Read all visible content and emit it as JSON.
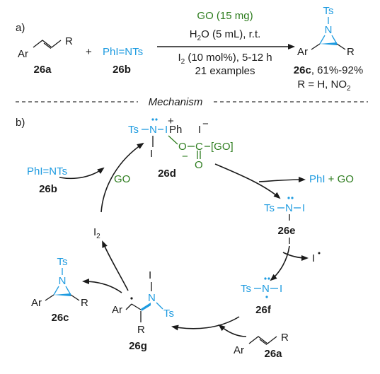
{
  "colors": {
    "blue": "#1e9be0",
    "green": "#2e7d1f",
    "black": "#1a1a1a"
  },
  "partA": {
    "label": "a)",
    "ar": "Ar",
    "r": "R",
    "plus": "+",
    "nitrene": "PhI=NTs",
    "cmpd_26a": "26a",
    "cmpd_26b": "26b",
    "cond_go": "GO (15 mg)",
    "cond_h2o_pre": "H",
    "cond_h2o_sub": "2",
    "cond_h2o_post": "O (5 mL), r.t.",
    "cond_i2_pre": "I",
    "cond_i2_sub": "2",
    "cond_i2_post": " (10 mol%), 5-12 h",
    "cond_examples": "21 examples",
    "prod_ts": "Ts",
    "prod_n": "N",
    "prod_ar": "Ar",
    "prod_r": "R",
    "cmpd_26c": "26c",
    "yield": ", 61%-92%",
    "r_def_pre": "R = H, NO",
    "r_def_sub": "2"
  },
  "mechanism": {
    "title": "Mechanism"
  },
  "partB": {
    "label": "b)",
    "d_ts": "Ts",
    "d_n": "N",
    "d_i": "I",
    "d_ph": "Ph",
    "d_plus": "+",
    "d_iminus": "I",
    "d_minus": "−",
    "d_o": "O",
    "d_c": "C",
    "d_go": "[GO]",
    "d_o2": "O",
    "d_ominus": "−",
    "d_ilow": "I",
    "cmpd_26d": "26d",
    "out_phi": "PhI",
    "out_plus_go": " + GO",
    "e_ts": "Ts",
    "e_n": "N",
    "e_i": "I",
    "e_ilow": "I",
    "cmpd_26e": "26e",
    "out_iradical": "I",
    "f_ts": "Ts",
    "f_n": "N",
    "f_i": "I",
    "cmpd_26f": "26f",
    "sub_ar": "Ar",
    "sub_r": "R",
    "cmpd_26a": "26a",
    "g_ar": "Ar",
    "g_r": "R",
    "g_n": "N",
    "g_i": "I",
    "g_ts": "Ts",
    "cmpd_26g": "26g",
    "c_ts": "Ts",
    "c_n": "N",
    "c_ar": "Ar",
    "c_r": "R",
    "cmpd_26c": "26c",
    "i2_pre": "I",
    "i2_sub": "2",
    "in_nitrene": "PhI=NTs",
    "in_go": "GO",
    "cmpd_26b": "26b"
  }
}
